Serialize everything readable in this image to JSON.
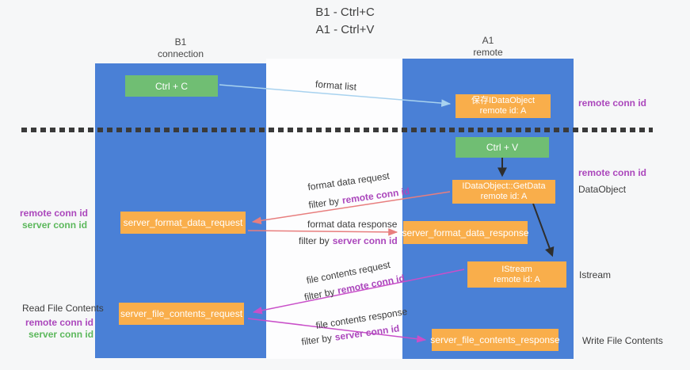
{
  "title": {
    "line1": "B1 - Ctrl+C",
    "line2": "A1 - Ctrl+V"
  },
  "columns": {
    "left": {
      "name": "B1",
      "role": "connection"
    },
    "right": {
      "name": "A1",
      "role": "remote"
    }
  },
  "boxes": {
    "ctrl_c": {
      "label": "Ctrl + C"
    },
    "ctrl_v": {
      "label": "Ctrl + V"
    },
    "save_idataobject": {
      "line1": "保存IDataObject",
      "line2": "remote id: A"
    },
    "getdata": {
      "line1": "IDataObject::GetData",
      "line2": "remote id: A"
    },
    "istream": {
      "line1": "IStream",
      "line2": "remote id: A"
    },
    "server_format_data_request": {
      "label": "server_format_data_request"
    },
    "server_format_data_response": {
      "label": "server_format_data_response"
    },
    "server_file_contents_request": {
      "label": "server_file_contents_request"
    },
    "server_file_contents_response": {
      "label": "server_file_contents_response"
    }
  },
  "arrows": {
    "format_list": {
      "label": "format list"
    },
    "format_data_request": {
      "label": "format data request",
      "filter_prefix": "filter by",
      "filter_key": "remote conn id"
    },
    "format_data_response": {
      "label": "format data response",
      "filter_prefix": "filter by",
      "filter_key": "server conn id"
    },
    "file_contents_request": {
      "label": "file contents request",
      "filter_prefix": "filter by",
      "filter_key": "remote conn id"
    },
    "file_contents_response": {
      "label": "file contents response",
      "filter_prefix": "filter by",
      "filter_key": "server conn id"
    }
  },
  "side_labels": {
    "right_top_remote_conn_id": "remote conn id",
    "right_mid_remote_conn_id": "remote conn id",
    "dataobject": "DataObject",
    "istream": "Istream",
    "write_file_contents": "Write File Contents",
    "read_file_contents": "Read File Contents",
    "left_mid_remote_conn_id": "remote conn id",
    "left_mid_server_conn_id": "server conn id",
    "left_bottom_remote_conn_id": "remote conn id",
    "left_bottom_server_conn_id": "server conn id"
  },
  "colors": {
    "column_blue": "#4a80d6",
    "box_green": "#70be73",
    "box_orange": "#f9ae4b",
    "arrow_light_blue": "#a8d2ef",
    "arrow_salmon": "#e87e7e",
    "arrow_magenta": "#c94fc9",
    "arrow_black": "#2e2e2e",
    "text_purple": "#ab47bc",
    "text_green": "#5cb85c",
    "dashed_line": "#3a3a3a"
  }
}
